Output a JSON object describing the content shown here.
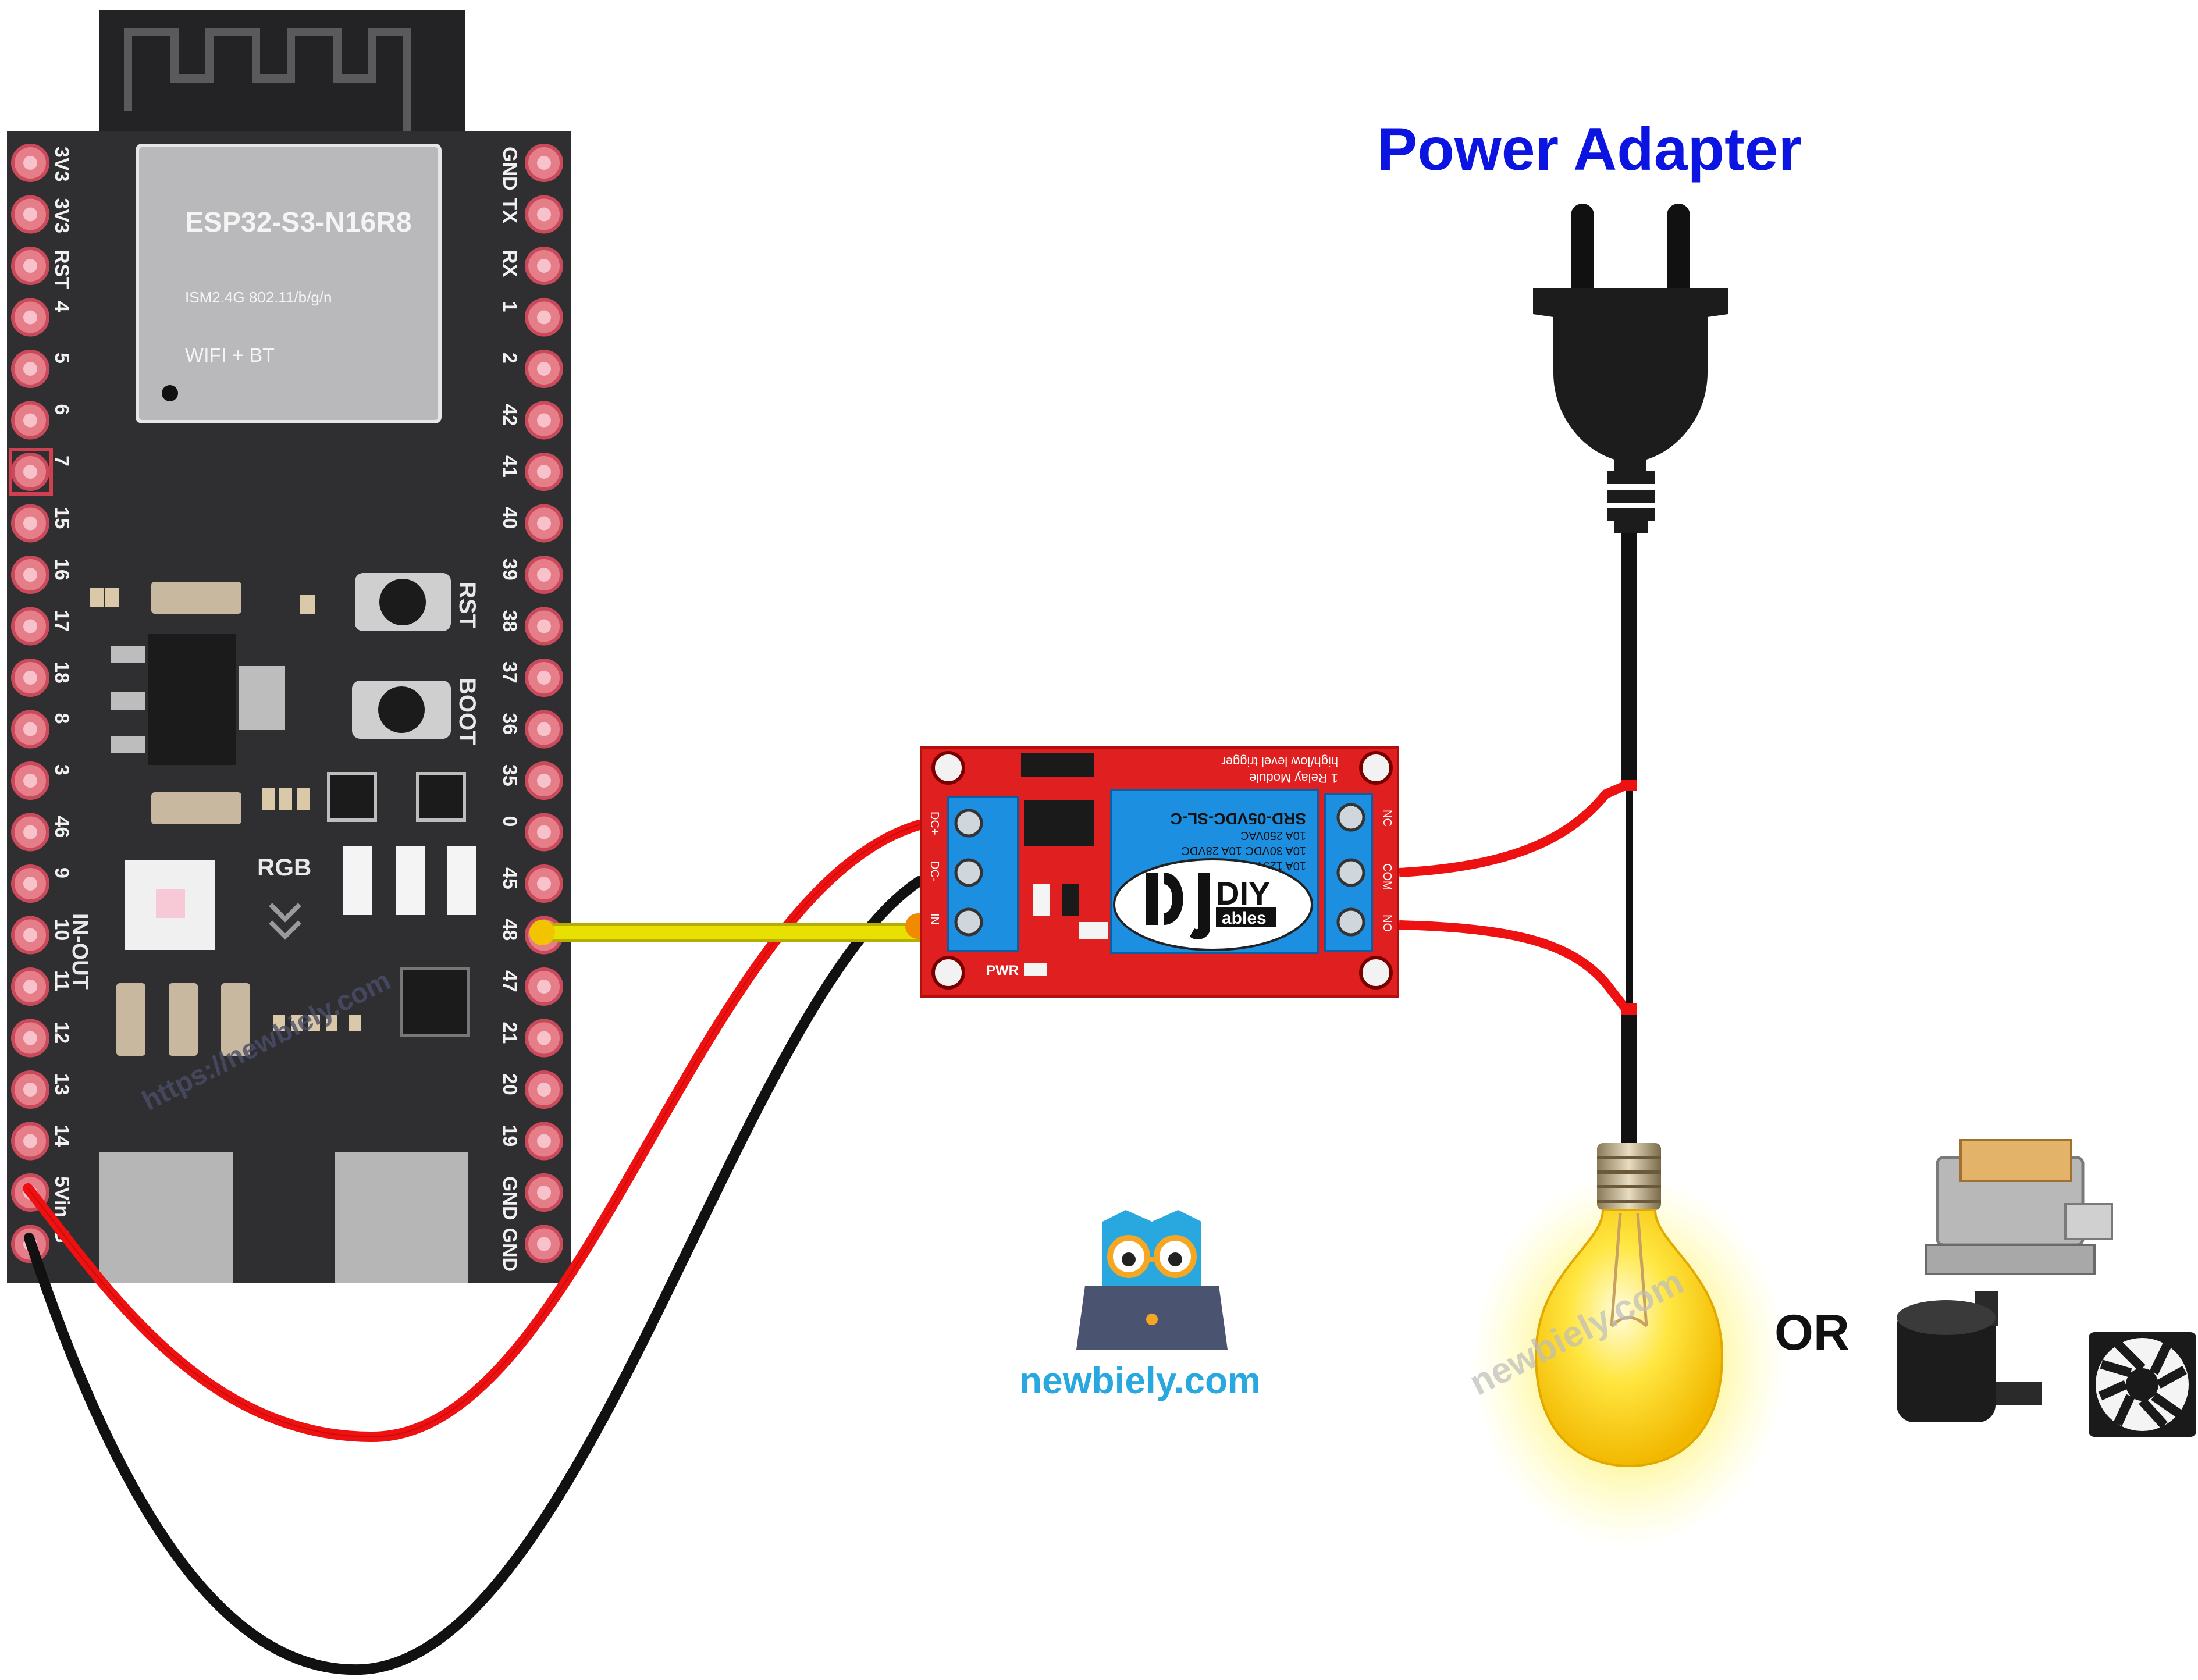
{
  "title": "Power Adapter",
  "esp32": {
    "module_name": "ESP32-S3-N16R8",
    "module_spec": "ISM2.4G 802.11/b/g/n",
    "module_wireless": "WIFI + BT",
    "left_pins": [
      "3V3",
      "3V3",
      "RST",
      "4",
      "5",
      "6",
      "7",
      "15",
      "16",
      "17",
      "18",
      "8",
      "3",
      "46",
      "9",
      "10",
      "11",
      "12",
      "13",
      "14",
      "5Vin",
      "G"
    ],
    "right_pins": [
      "GND",
      "TX",
      "RX",
      "1",
      "2",
      "42",
      "41",
      "40",
      "39",
      "38",
      "37",
      "36",
      "35",
      "0",
      "45",
      "48",
      "47",
      "21",
      "20",
      "19",
      "GND",
      "GND"
    ],
    "rst_label": "RST",
    "boot_label": "BOOT",
    "rgb_label": "RGB",
    "in_out_label": "IN-OUT"
  },
  "relay": {
    "relay_model": "SRD-05VDC-SL-C",
    "rating_1": "10A 250VAC",
    "rating_2": "10A 30VDC 10A 28VDC",
    "rating_3": "10A 125VAC",
    "module_title": "1 Relay Module",
    "trigger_text": "high/low level trigger",
    "brand_big": "DIY",
    "brand_small": "ables",
    "input_labels": [
      "DC+",
      "DC-",
      "IN"
    ],
    "output_labels": [
      "NC",
      "COM",
      "NO"
    ],
    "pwr_label": "PWR"
  },
  "or_label": "OR",
  "logo_text": "newbiely.com",
  "watermark_1": "https://newbiely.com",
  "watermark_2": "newbiely.com",
  "colors": {
    "title_blue": "#0b14e0",
    "wire_red": "#ee1111",
    "wire_black": "#111111",
    "wire_yellow": "#e8e000",
    "board_dark": "#2f2f31",
    "relay_red": "#e02020",
    "terminal_blue": "#1d8fe0",
    "logo_blue": "#29a8df"
  },
  "icons": [
    "power-plug-icon",
    "light-bulb-icon",
    "solenoid-lock-icon",
    "water-pump-icon",
    "cooling-fan-icon",
    "owl-logo-icon"
  ]
}
